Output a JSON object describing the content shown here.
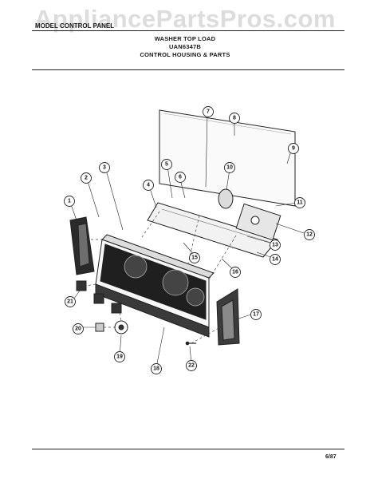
{
  "watermark": "AppliancePartsPros.com",
  "header": {
    "model_line": "MODEL CONTROL PANEL",
    "title_line1": "WASHER TOP LOAD",
    "title_line2": "UAN6347B",
    "title_line3": "CONTROL HOUSING & PARTS"
  },
  "footer": {
    "date": "6/87"
  },
  "callouts": [
    "1",
    "2",
    "3",
    "4",
    "5",
    "6",
    "7",
    "8",
    "9",
    "10",
    "11",
    "12",
    "13",
    "14",
    "15",
    "16",
    "17",
    "18",
    "19",
    "20",
    "21",
    "22"
  ]
}
